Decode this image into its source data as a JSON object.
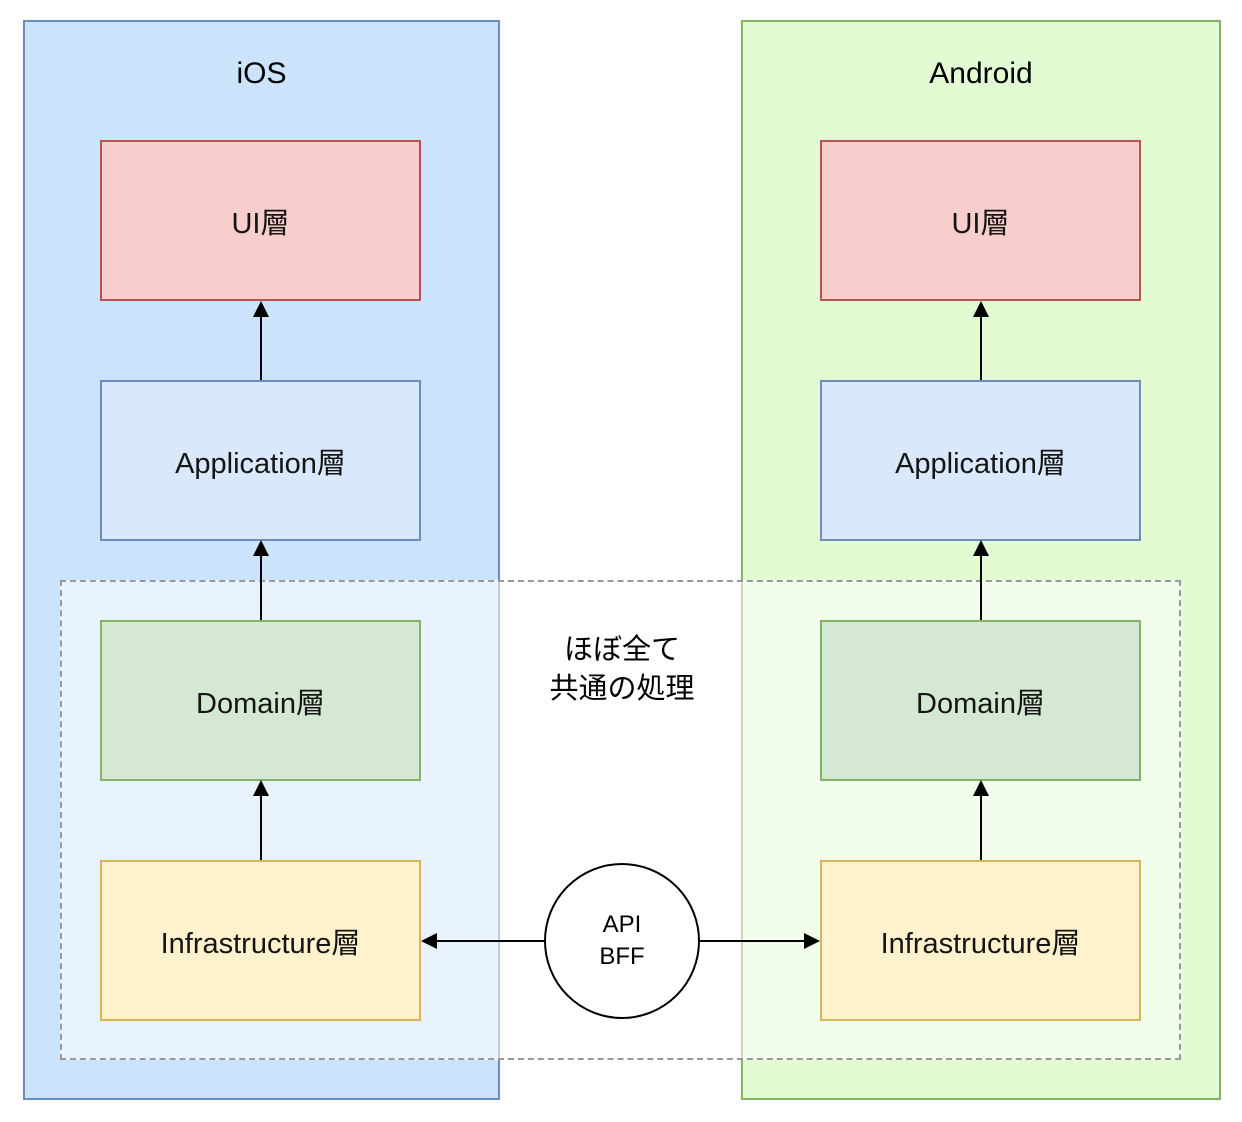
{
  "diagram": {
    "panels": [
      {
        "title": "iOS",
        "fill": "#cce4fb",
        "border": "#6c8ebf",
        "layers": [
          {
            "label": "UI層",
            "fill": "#f8cecc",
            "border": "#b85450"
          },
          {
            "label": "Application層",
            "fill": "#dae8fc",
            "border": "#6c8ebf"
          },
          {
            "label": "Domain層",
            "fill": "#d5e8d4",
            "border": "#82b366"
          },
          {
            "label": "Infrastructure層",
            "fill": "#fff2cc",
            "border": "#d6b656"
          }
        ]
      },
      {
        "title": "Android",
        "fill": "#e3fbd2",
        "border": "#82b366",
        "layers": [
          {
            "label": "UI層",
            "fill": "#f8cecc",
            "border": "#b85450"
          },
          {
            "label": "Application層",
            "fill": "#dae8fc",
            "border": "#6c8ebf"
          },
          {
            "label": "Domain層",
            "fill": "#d5e8d4",
            "border": "#82b366"
          },
          {
            "label": "Infrastructure層",
            "fill": "#fff2cc",
            "border": "#d6b656"
          }
        ]
      }
    ],
    "common_region": {
      "note_line1": "ほぼ全て",
      "note_line2": "共通の処理",
      "border_color": "#97999d",
      "overlay_fill": "rgba(255,255,255,0.55)"
    },
    "hub": {
      "line1": "API",
      "line2": "BFF",
      "fill": "#ffffff",
      "border": "#000000"
    },
    "arrow_color": "#000000"
  }
}
